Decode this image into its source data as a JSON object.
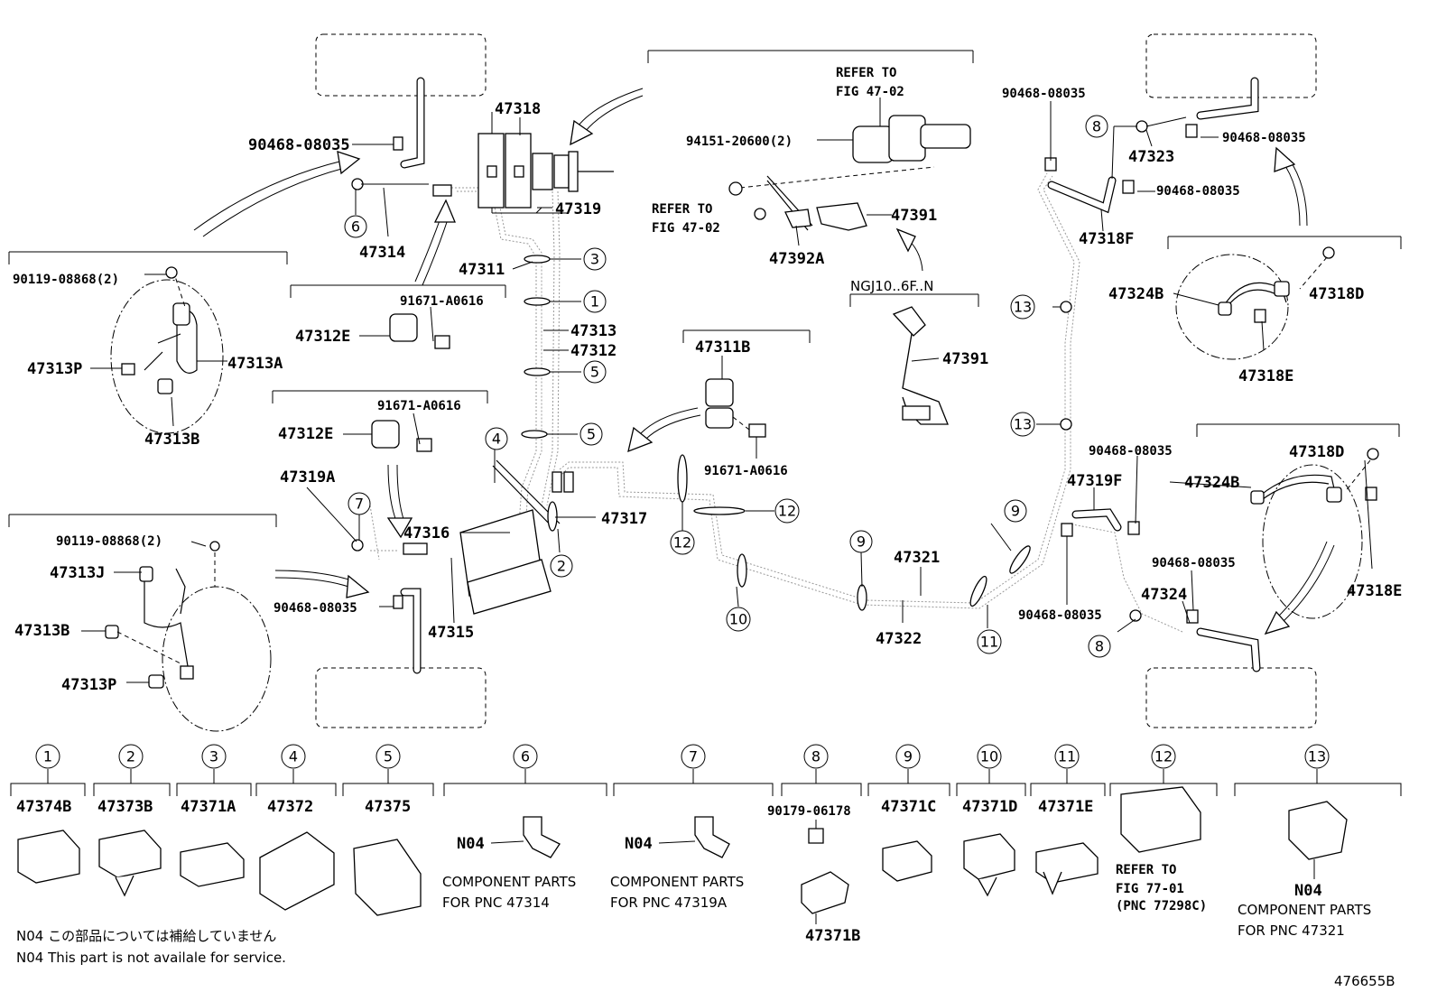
{
  "diagram_code": "476655B",
  "notes": {
    "n04_jp": "N04 この部品については補給していません",
    "n04_en": "N04 This part is not availale for service."
  },
  "labels": {
    "p90468_a": "90468-08035",
    "p47314": "47314",
    "p47318": "47318",
    "p47319": "47319",
    "p47311": "47311",
    "p47313": "47313",
    "p47312": "47312",
    "p91671_a": "91671-A0616",
    "p47312E_a": "47312E",
    "p90119_a": "90119-08868(2)",
    "p47313P_a": "47313P",
    "p47313A": "47313A",
    "p47313B_a": "47313B",
    "p91671_b": "91671-A0616",
    "p47312E_b": "47312E",
    "p47319A": "47319A",
    "p90119_b": "90119-08868(2)",
    "p47313J": "47313J",
    "p47313B_b": "47313B",
    "p47313P_b": "47313P",
    "p90468_b": "90468-08035",
    "p47316": "47316",
    "p47315": "47315",
    "p47317": "47317",
    "refer1a": "REFER TO",
    "refer1b": "FIG 47-02",
    "p94151": "94151-20600(2)",
    "refer2a": "REFER TO",
    "refer2b": "FIG 47-02",
    "p47391_a": "47391",
    "p47392A": "47392A",
    "ngj": "NGJ10..6F..N",
    "p47391_b": "47391",
    "p47311B": "47311B",
    "p91671_c": "91671-A0616",
    "p47321": "47321",
    "p47322": "47322",
    "p90468_c": "90468-08035",
    "p47323": "47323",
    "p90468_d": "90468-08035",
    "p90468_e": "90468-08035",
    "p47318F": "47318F",
    "p47324B_a": "47324B",
    "p47318D_a": "47318D",
    "p47318E_a": "47318E",
    "p90468_f": "90468-08035",
    "p47319F": "47319F",
    "p47318D_b": "47318D",
    "p47324B_b": "47324B",
    "p90468_g": "90468-08035",
    "p47324": "47324",
    "p90468_h": "90468-08035",
    "p47318E_b": "47318E"
  },
  "circles": [
    "①",
    "②",
    "③",
    "④",
    "⑤",
    "⑥",
    "⑦",
    "⑧",
    "⑨",
    "⑩",
    "⑪",
    "⑫",
    "⑬"
  ],
  "legend": {
    "c1": "47374B",
    "c2": "47373B",
    "c3": "47371A",
    "c4": "47372",
    "c5": "47375",
    "c6_code": "N04",
    "c6_line1": "COMPONENT PARTS",
    "c6_line2": "FOR PNC 47314",
    "c7_code": "N04",
    "c7_line1": "COMPONENT PARTS",
    "c7_line2": "FOR PNC 47319A",
    "c8_top": "90179-06178",
    "c8_bottom": "47371B",
    "c9": "47371C",
    "c10": "47371D",
    "c11": "47371E",
    "c12_line1": "REFER TO",
    "c12_line2": "FIG 77-01",
    "c12_line3": "(PNC 77298C)",
    "c13_code": "N04",
    "c13_line1": "COMPONENT PARTS",
    "c13_line2": "FOR PNC 47321"
  }
}
